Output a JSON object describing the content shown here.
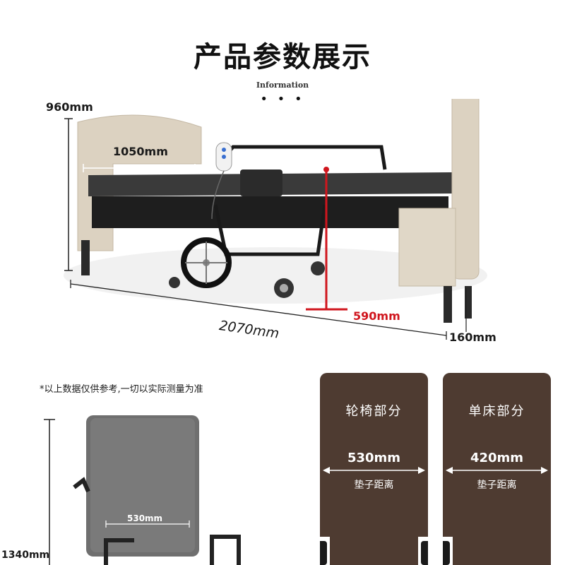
{
  "header": {
    "title": "产品参数展示",
    "subtitle": "Information",
    "dots": "• • •"
  },
  "bed_dimensions": {
    "height": "960mm",
    "headboard_width": "1050mm",
    "seat_height": "590mm",
    "length": "2070mm",
    "leg_height": "160mm"
  },
  "note": "*以上数据仅供参考,一切以实际测量为准",
  "wheelchair": {
    "height": "1340mm",
    "cushion_width": "530mm"
  },
  "cards": [
    {
      "title": "轮椅部分",
      "value": "530mm",
      "label": "垫子距离"
    },
    {
      "title": "单床部分",
      "value": "420mm",
      "label": "垫子距离"
    }
  ],
  "colors": {
    "card_bg": "#4e3b31",
    "accent_red": "#d0161e",
    "wood": "#d8cebd"
  }
}
